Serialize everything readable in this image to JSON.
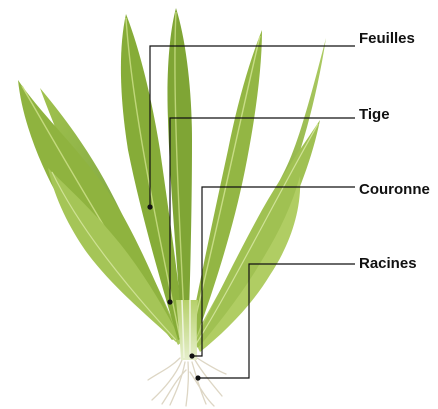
{
  "labels": {
    "feuilles": "Feuilles",
    "tige": "Tige",
    "couronne": "Couronne",
    "racines": "Racines"
  },
  "colors": {
    "leaf_dark": "#6f9a2a",
    "leaf_mid": "#8db23a",
    "leaf_light": "#b9d266",
    "stem": "#d7e6a6",
    "roots": "#e9e4d6",
    "line": "#111111"
  }
}
